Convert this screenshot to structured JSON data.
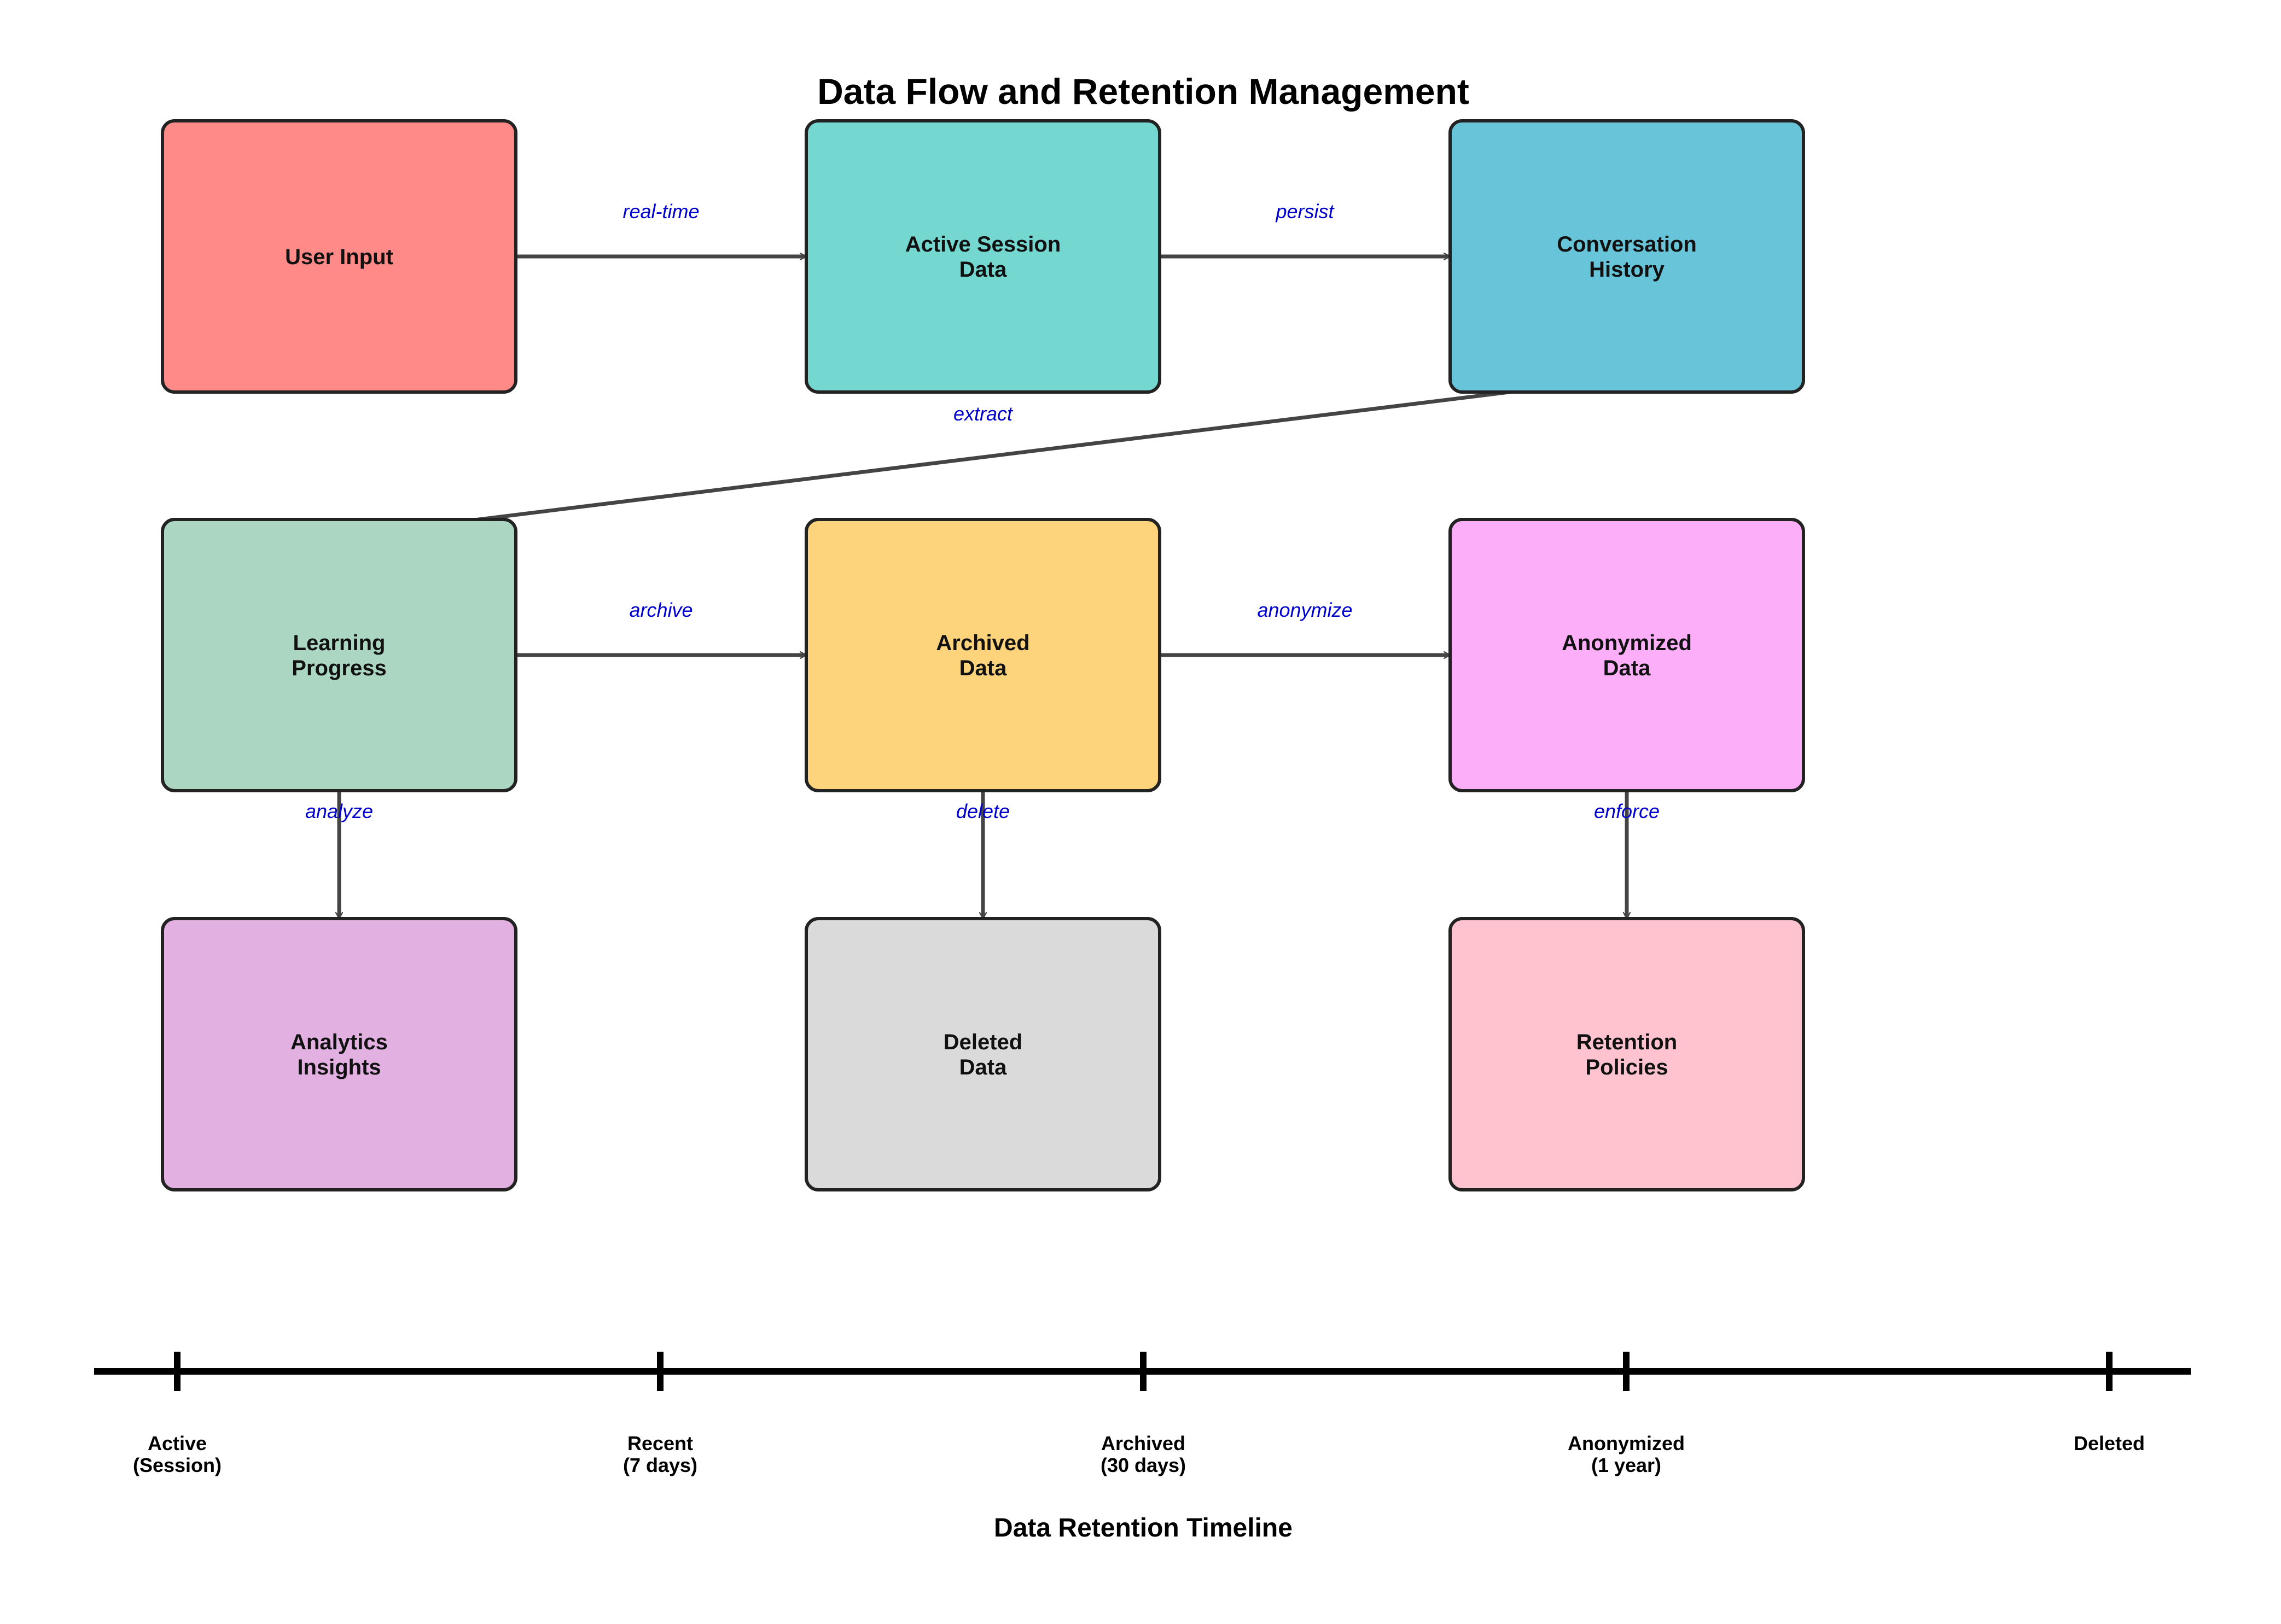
{
  "title": "Data Flow and Retention Management",
  "nodes": [
    {
      "id": "user-input",
      "lines": [
        "User Input"
      ],
      "color": "#FF8A87"
    },
    {
      "id": "active-session",
      "lines": [
        "Active Session",
        "Data"
      ],
      "color": "#74D7D0"
    },
    {
      "id": "conversation-history",
      "lines": [
        "Conversation",
        "History"
      ],
      "color": "#67C4D9"
    },
    {
      "id": "learning-progress",
      "lines": [
        "Learning",
        "Progress"
      ],
      "color": "#ABD7C2"
    },
    {
      "id": "archived-data",
      "lines": [
        "Archived",
        "Data"
      ],
      "color": "#FDD47C"
    },
    {
      "id": "anonymized-data",
      "lines": [
        "Anonymized",
        "Data"
      ],
      "color": "#FCAEF8"
    },
    {
      "id": "analytics-insights",
      "lines": [
        "Analytics",
        "Insights"
      ],
      "color": "#E2B1E2"
    },
    {
      "id": "deleted-data",
      "lines": [
        "Deleted",
        "Data"
      ],
      "color": "#DADADA"
    },
    {
      "id": "retention-policies",
      "lines": [
        "Retention",
        "Policies"
      ],
      "color": "#FEC3CF"
    }
  ],
  "edges": [
    {
      "from": "user-input",
      "to": "active-session",
      "label": "real-time"
    },
    {
      "from": "active-session",
      "to": "conversation-history",
      "label": "persist"
    },
    {
      "from": "conversation-history",
      "to": "learning-progress",
      "label": "extract"
    },
    {
      "from": "learning-progress",
      "to": "archived-data",
      "label": "archive"
    },
    {
      "from": "archived-data",
      "to": "anonymized-data",
      "label": "anonymize"
    },
    {
      "from": "learning-progress",
      "to": "analytics-insights",
      "label": "analyze"
    },
    {
      "from": "archived-data",
      "to": "deleted-data",
      "label": "delete"
    },
    {
      "from": "anonymized-data",
      "to": "retention-policies",
      "label": "enforce"
    }
  ],
  "timeline": {
    "title": "Data Retention Timeline",
    "stages": [
      [
        "Active",
        "(Session)"
      ],
      [
        "Recent",
        "(7 days)"
      ],
      [
        "Archived",
        "(30 days)"
      ],
      [
        "Anonymized",
        "(1 year)"
      ],
      [
        "Deleted"
      ]
    ]
  }
}
